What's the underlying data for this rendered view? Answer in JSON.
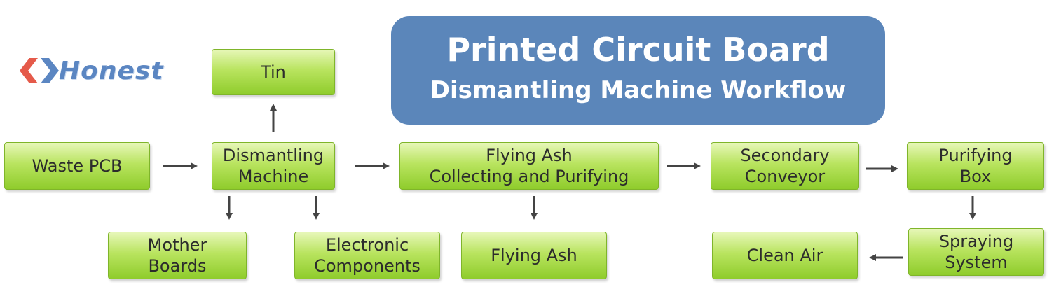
{
  "logo": {
    "text": "Honest",
    "icon": "honest-logo-icon"
  },
  "title": {
    "line1": "Printed Circuit Board",
    "line2": "Dismantling Machine  Workflow"
  },
  "colors": {
    "node_green": "#9fd63a",
    "title_blue": "#5b86ba",
    "arrow": "#444444",
    "logo_red": "#e55a4a",
    "logo_blue": "#5b86c2"
  },
  "nodes": {
    "tin": "Tin",
    "waste_pcb": "Waste PCB",
    "dismantling_machine": "Dismantling\nMachine",
    "flying_ash_collecting": "Flying Ash\nCollecting and Purifying",
    "secondary_conveyor": "Secondary\nConveyor",
    "purifying_box": "Purifying\nBox",
    "mother_boards": "Mother\nBoards",
    "electronic_components": "Electronic\nComponents",
    "flying_ash": "Flying Ash",
    "clean_air": "Clean Air",
    "spraying_system": "Spraying\nSystem"
  }
}
